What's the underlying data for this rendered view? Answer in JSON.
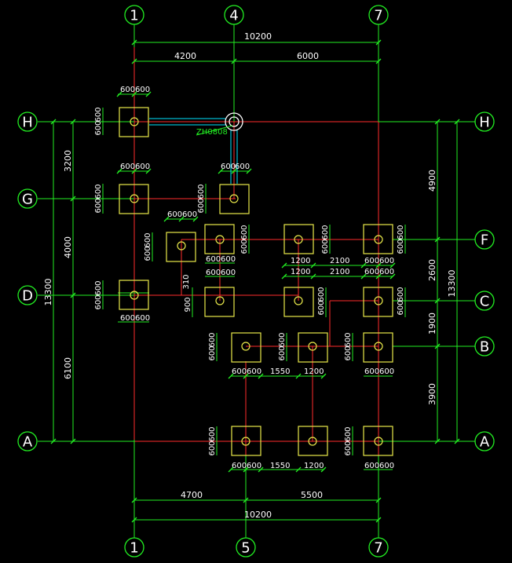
{
  "drawing": {
    "background": "#000000",
    "colors": {
      "grid_axis": "#ff2b2b",
      "dimension": "#22ee22",
      "column": "#e8e84a",
      "tie": "#00e5ff",
      "text": "#ffffff"
    },
    "axis_bubbles": {
      "top": [
        "1",
        "4",
        "7"
      ],
      "bottom": [
        "1",
        "5",
        "7"
      ],
      "left": [
        "H",
        "G",
        "D",
        "A"
      ],
      "right": [
        "H",
        "F",
        "C",
        "B",
        "A"
      ]
    },
    "dimensions": {
      "top_total": "10200",
      "top_span_1_4": "4200",
      "top_span_4_7": "6000",
      "bottom_span_1_5": "4700",
      "bottom_span_5_7": "5500",
      "bottom_total": "10200",
      "left_total": "13300",
      "left_h_g": "3200",
      "left_g_d": "4000",
      "left_d_a": "6100",
      "right_total": "13300",
      "right_h_f": "4900",
      "right_f_c": "2600",
      "right_c_b": "1900",
      "right_b_a": "3900",
      "col_600": "600",
      "gap_1200": "1200",
      "gap_2100": "2100",
      "gap_1550": "1550",
      "gap_310": "310",
      "gap_900": "900"
    },
    "labels": {
      "column_tag": "ZH0808"
    }
  }
}
